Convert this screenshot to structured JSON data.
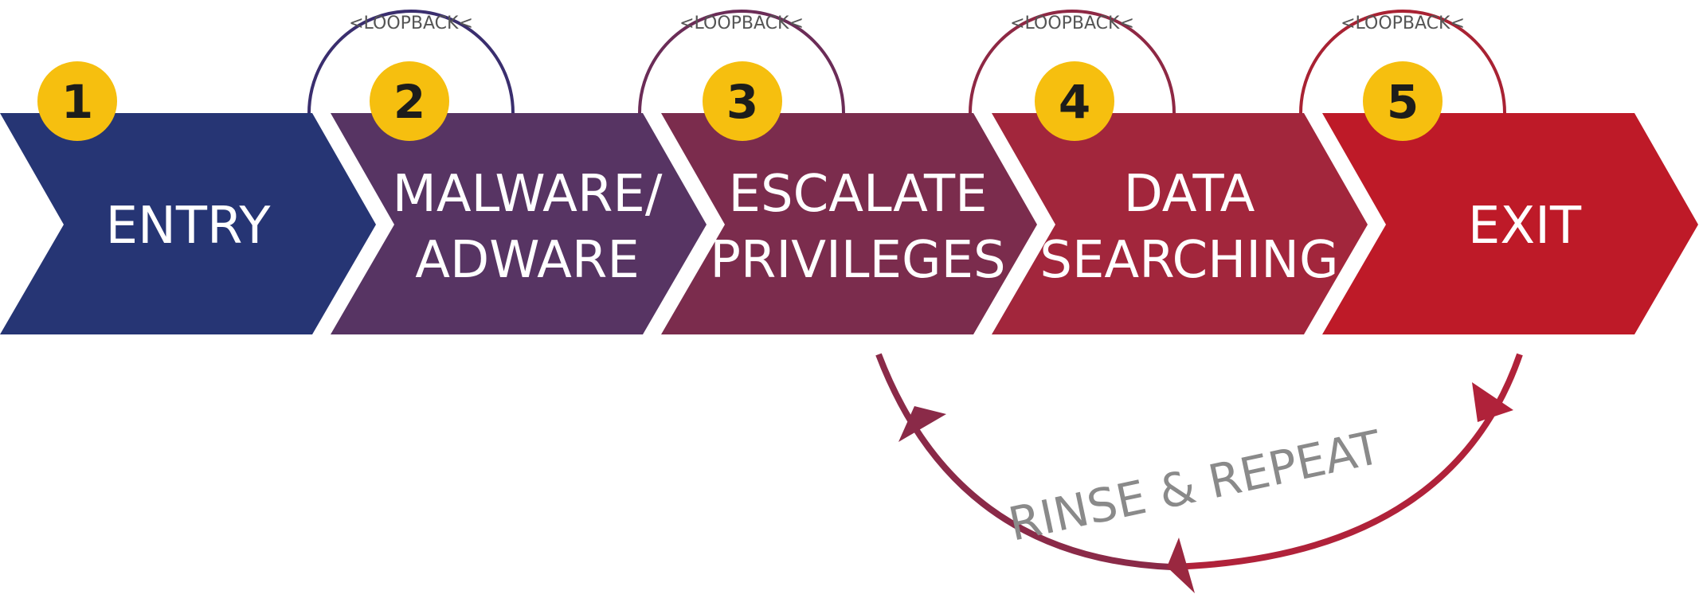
{
  "steps": [
    {
      "number": "1",
      "line1": "ENTRY",
      "line2": "",
      "color": "#263574"
    },
    {
      "number": "2",
      "line1": "MALWARE/",
      "line2": "ADWARE",
      "color": "#573463"
    },
    {
      "number": "3",
      "line1": "ESCALATE",
      "line2": "PRIVILEGES",
      "color": "#7b2c4d"
    },
    {
      "number": "4",
      "line1": "DATA",
      "line2": "SEARCHING",
      "color": "#a2263c"
    },
    {
      "number": "5",
      "line1": "EXIT",
      "line2": "",
      "color": "#be1a28"
    }
  ],
  "loopbacks": [
    {
      "label": "<LOOPBACK<",
      "color": "#3a2e6e"
    },
    {
      "label": "<LOOPBACK<",
      "color": "#6b2c57"
    },
    {
      "label": "<LOOPBACK<",
      "color": "#8e2844"
    },
    {
      "label": "<LOOPBACK<",
      "color": "#a82233"
    }
  ],
  "cycle": {
    "label": "RINSE & REPEAT",
    "color": "#9a2a45"
  },
  "colors": {
    "badge": "#f6bf0f",
    "badge_text": "#1d1d1b"
  },
  "icons": {
    "cycle_arrowheads": "triangle-arrow-icon"
  }
}
